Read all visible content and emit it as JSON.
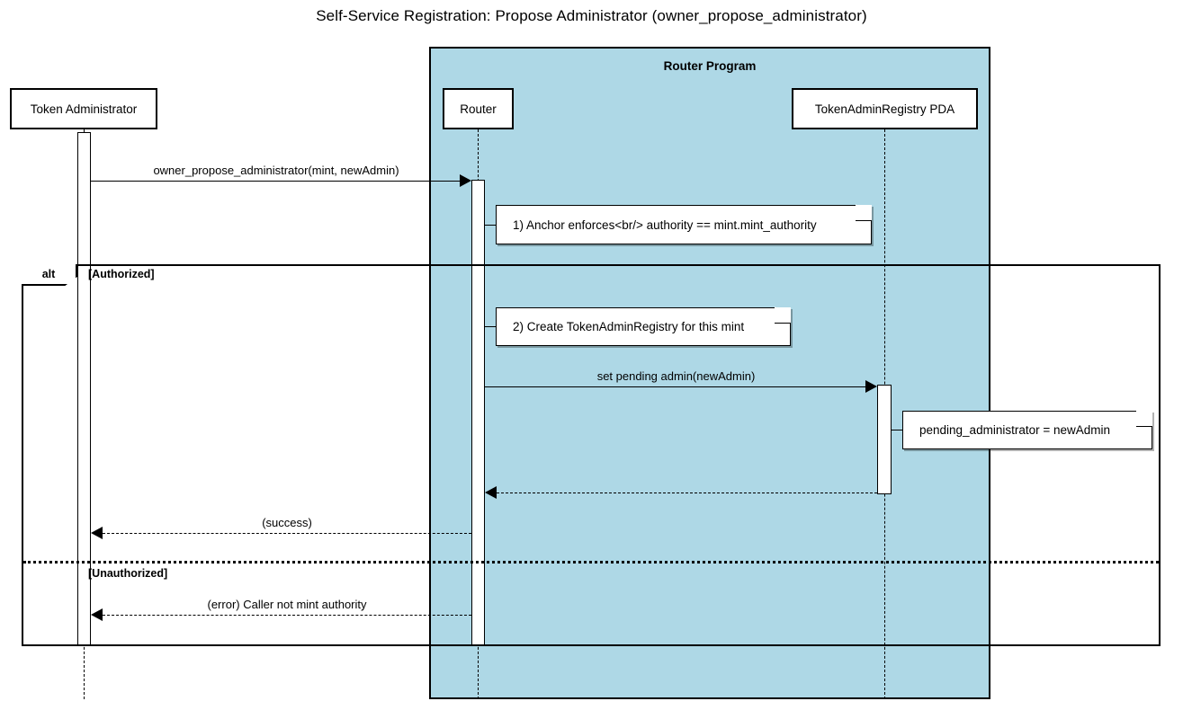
{
  "title": "Self-Service Registration: Propose Administrator (owner_propose_administrator)",
  "groups": [
    {
      "label": "Router Program"
    }
  ],
  "participants": [
    {
      "name": "Token Administrator"
    },
    {
      "name": "Router"
    },
    {
      "name": "TokenAdminRegistry PDA"
    }
  ],
  "messages": [
    {
      "label": "owner_propose_administrator(mint, newAdmin)",
      "kind": "call"
    },
    {
      "label": "set pending admin(newAdmin)",
      "kind": "call"
    },
    {
      "label": "(success)",
      "kind": "return"
    },
    {
      "label": "(error) Caller not mint authority",
      "kind": "return"
    }
  ],
  "notes": [
    {
      "text": "1) Anchor enforces<br/> authority == mint.mint_authority"
    },
    {
      "text": "2) Create TokenAdminRegistry for this mint"
    },
    {
      "text": "pending_administrator = newAdmin"
    }
  ],
  "fragment": {
    "operator": "alt",
    "guards": [
      "[Authorized]",
      "[Unauthorized]"
    ]
  },
  "colors": {
    "group_fill": "#aed8e6",
    "stroke": "#000000",
    "note_fill": "#ffffff",
    "background": "#ffffff"
  }
}
